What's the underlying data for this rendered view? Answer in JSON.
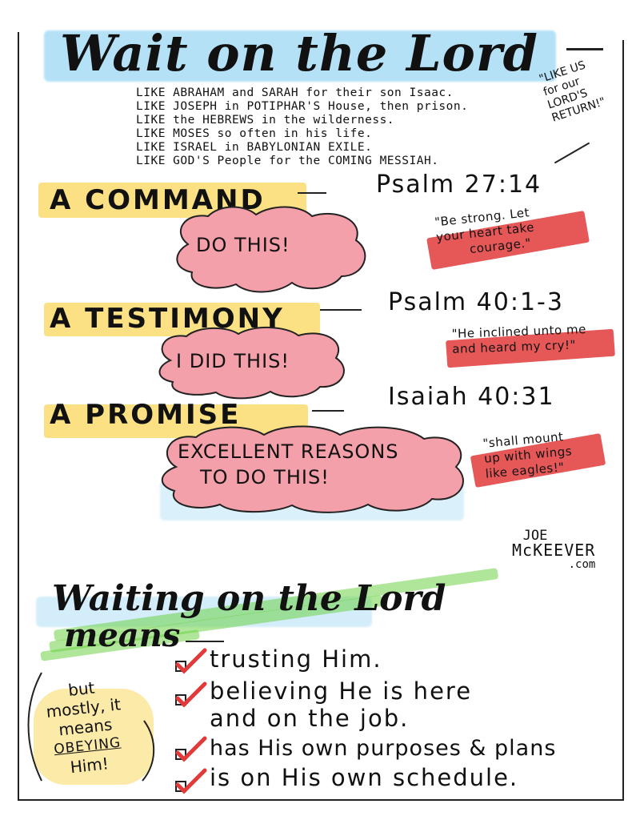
{
  "title": "Wait on the Lord",
  "examples": [
    "LIKE ABRAHAM and SARAH for their son Isaac.",
    "LIKE JOSEPH in POTIPHAR'S House, then prison.",
    "LIKE the HEBREWS in the wilderness.",
    "LIKE MOSES so often in his life.",
    "LIKE ISRAEL in BABYLONIAN EXILE.",
    "LIKE GOD'S People for the COMING MESSIAH."
  ],
  "side_note": [
    "\"LIKE US",
    "for our",
    "LORD'S",
    "RETURN!\""
  ],
  "sections": [
    {
      "heading": "A COMMAND",
      "reference": "Psalm 27:14",
      "cloud": [
        "DO THIS!"
      ],
      "quote": [
        "\"Be strong. Let",
        "your heart take",
        "courage.\""
      ]
    },
    {
      "heading": "A TESTIMONY",
      "reference": "Psalm 40:1-3",
      "cloud": [
        "I DID THIS!"
      ],
      "quote": [
        "\"He inclined unto me",
        "and heard my cry!\""
      ]
    },
    {
      "heading": "A PROMISE",
      "reference": "Isaiah 40:31",
      "cloud": [
        "EXCELLENT REASONS",
        "TO DO THIS!"
      ],
      "quote": [
        "\"shall mount",
        "up with wings",
        "like eagles!\""
      ]
    }
  ],
  "signature": [
    "JOE",
    "McKEEVER",
    ".com"
  ],
  "waiting": {
    "title_line1": "Waiting on the Lord",
    "title_line2": "means",
    "items": [
      "trusting Him.",
      "believing He is here",
      "and on the job.",
      "has His own purposes & plans",
      "is on His own schedule."
    ],
    "aside": [
      "but",
      "mostly, it",
      "means",
      "OBEYING",
      "Him!"
    ]
  },
  "colors": {
    "blue_highlight": "#78c8f0",
    "yellow_highlight": "#fad75a",
    "green_highlight": "#6ed246",
    "red_band": "#e23a3a",
    "cloud_fill": "#f4a0aa"
  }
}
